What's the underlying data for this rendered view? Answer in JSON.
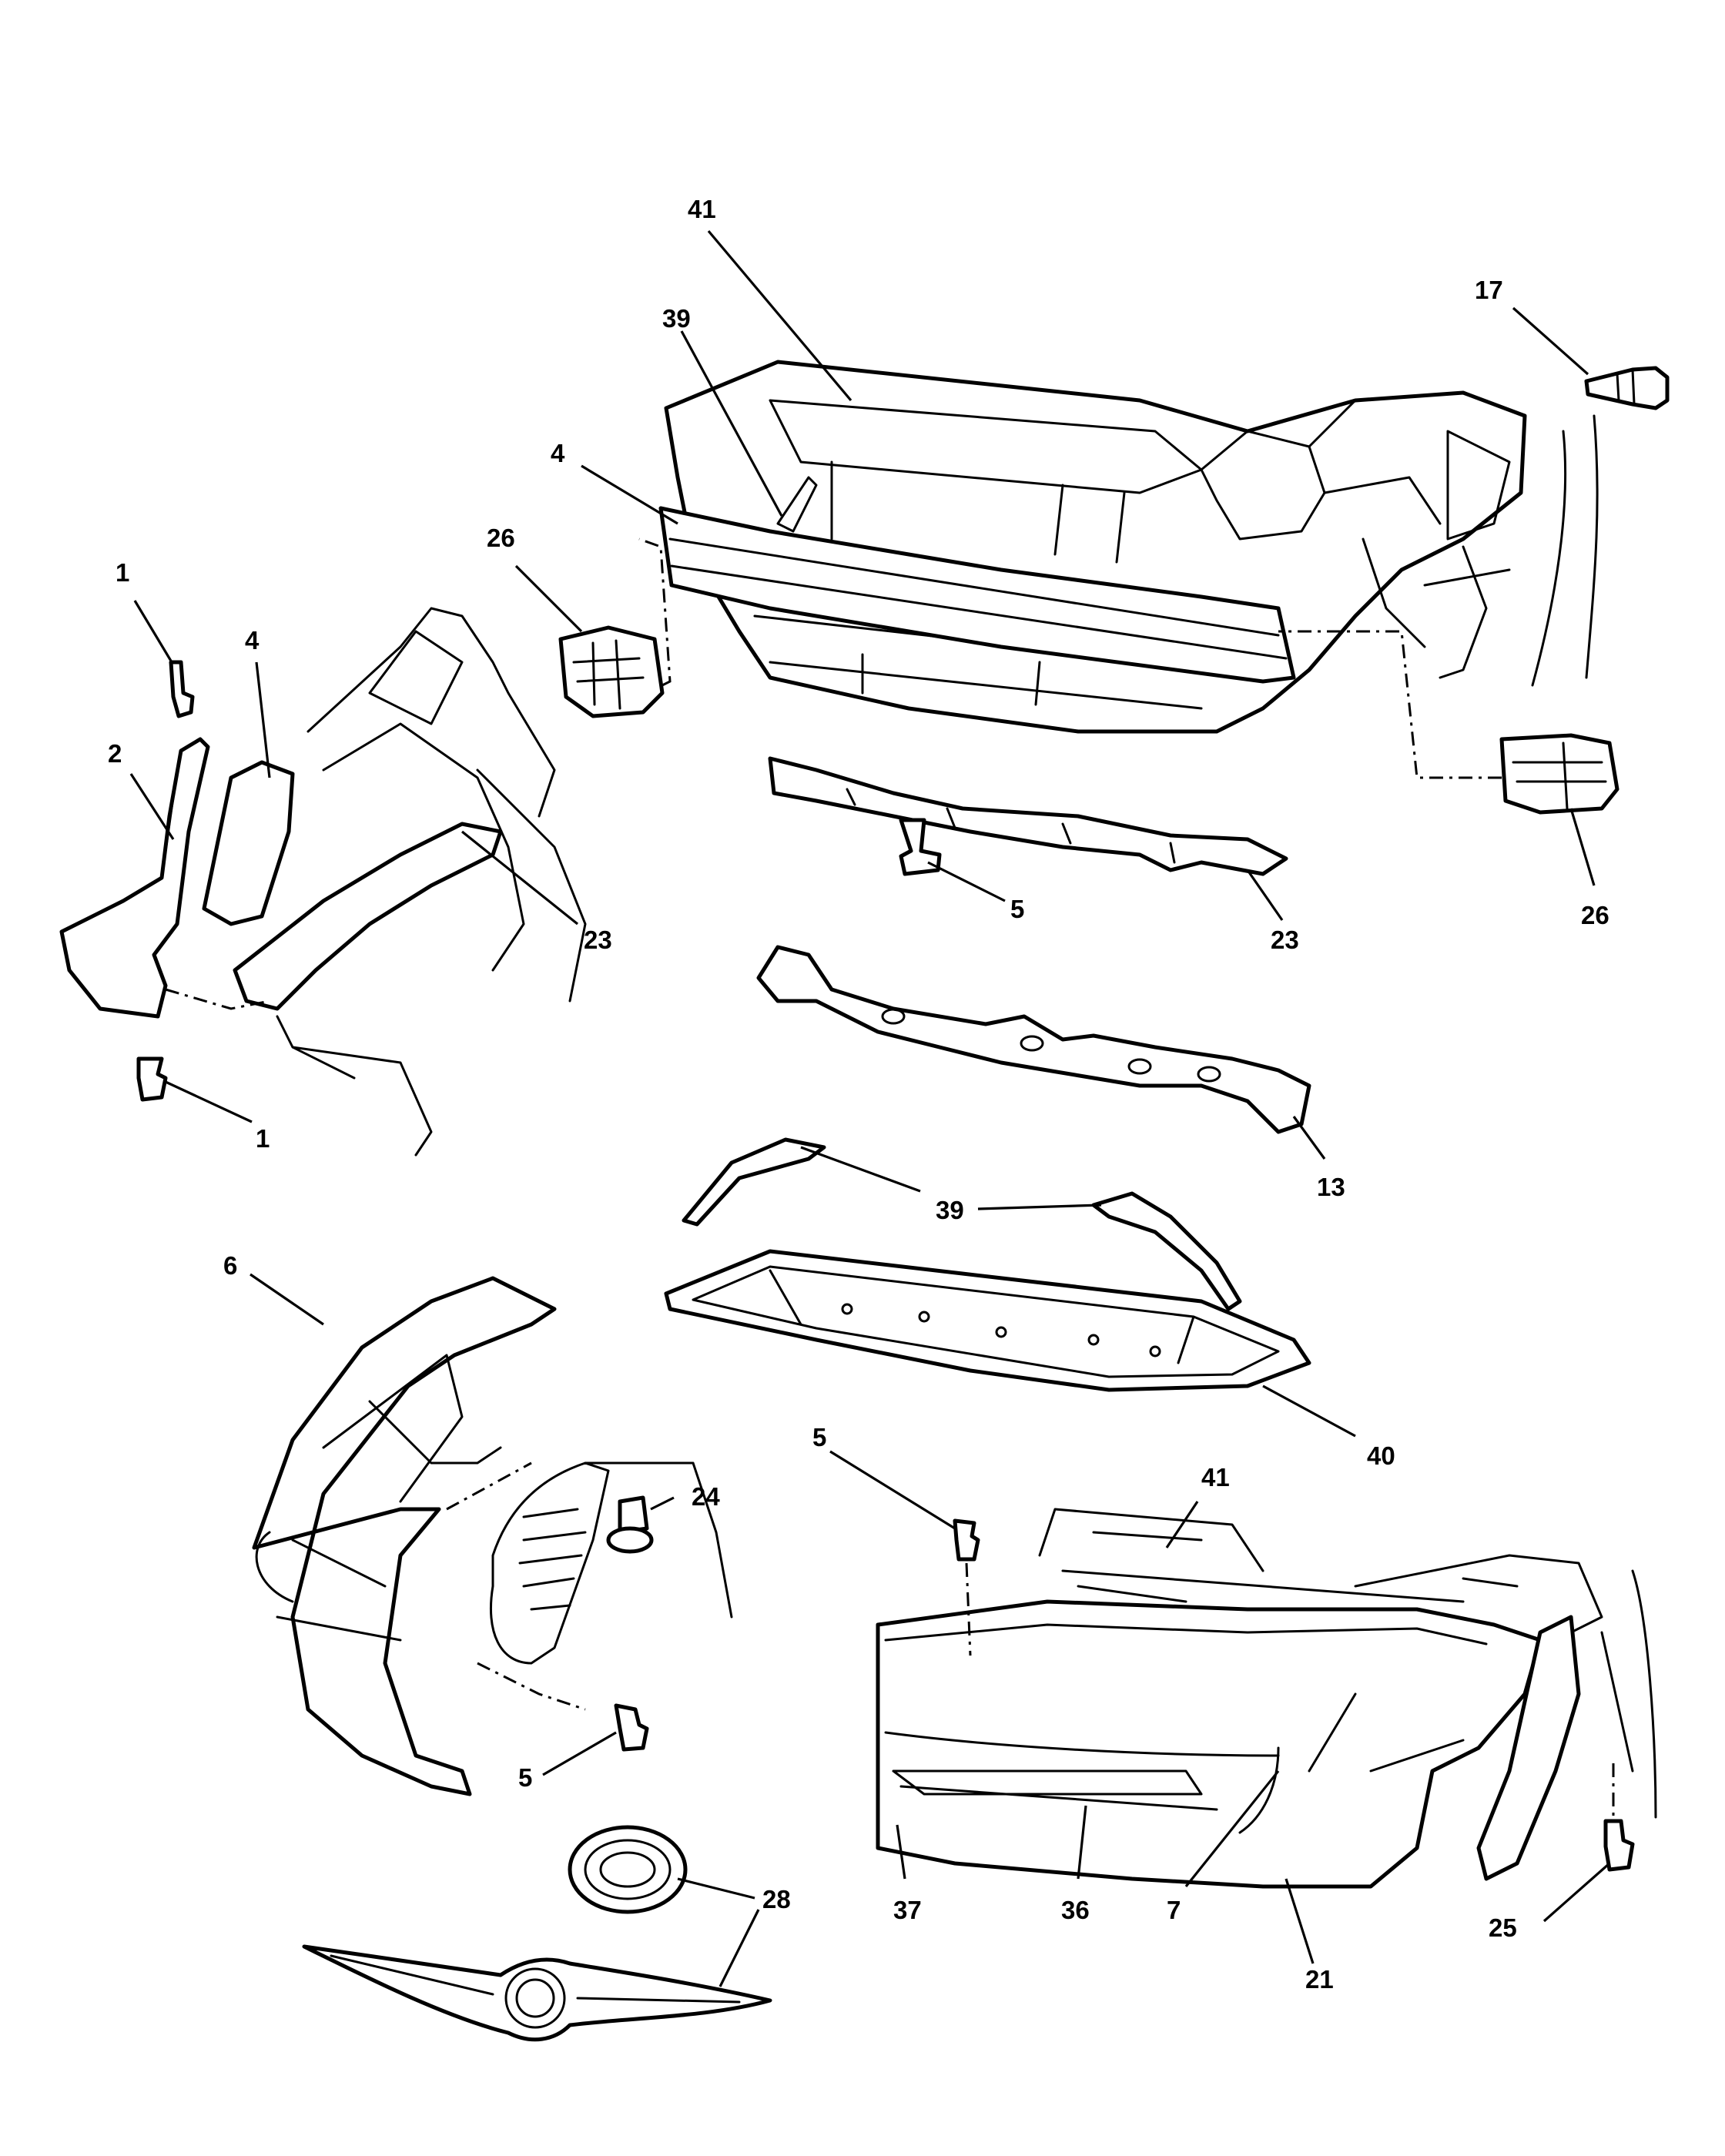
{
  "callouts": {
    "c41a": "41",
    "c39a": "39",
    "c17": "17",
    "c4a": "4",
    "c26a": "26",
    "c1a": "1",
    "c4b": "4",
    "c2": "2",
    "c23a": "23",
    "c1b": "1",
    "c5a": "5",
    "c23b": "23",
    "c26b": "26",
    "c13": "13",
    "c39b": "39",
    "c6": "6",
    "c40": "40",
    "c5b": "5",
    "c24": "24",
    "c41b": "41",
    "c5c": "5",
    "c28": "28",
    "c37": "37",
    "c36": "36",
    "c7": "7",
    "c21": "21",
    "c25": "25"
  }
}
